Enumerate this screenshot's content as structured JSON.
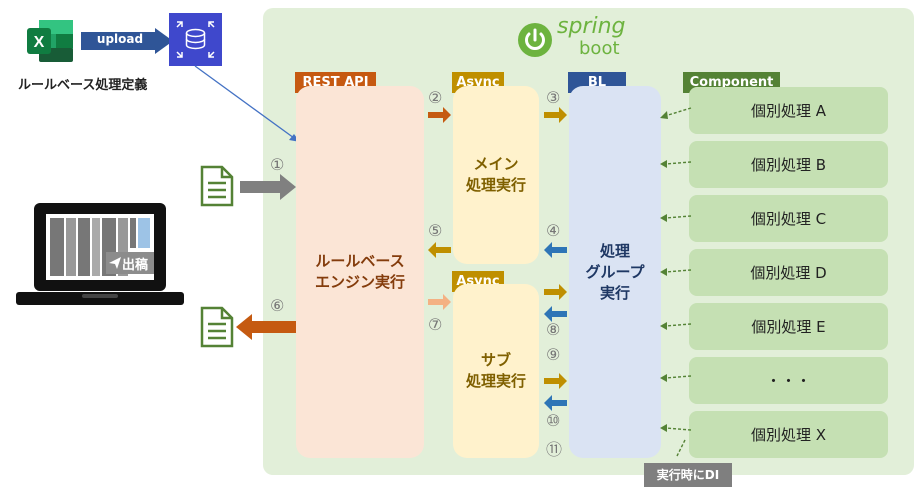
{
  "top_left": {
    "upload_label": "upload",
    "excel_caption": "ルールベース処理定義"
  },
  "spring": {
    "line1": "spring",
    "line2": "boot"
  },
  "columns": {
    "rest_api": {
      "tag": "REST API",
      "body": "ルールベース\nエンジン実行"
    },
    "async_main": {
      "tag": "Async",
      "body": "メイン\n処理実行"
    },
    "async_sub": {
      "tag": "Async",
      "body": "サブ\n処理実行"
    },
    "bl": {
      "tag": "BL",
      "body": "処理\nグループ\n実行"
    },
    "component": {
      "tag": "Component"
    }
  },
  "components": [
    "個別処理 A",
    "個別処理 B",
    "個別処理 C",
    "個別処理 D",
    "個別処理 E",
    "・・・",
    "個別処理 X"
  ],
  "steps": [
    "①",
    "②",
    "③",
    "④",
    "⑤",
    "⑥",
    "⑦",
    "⑧",
    "⑨",
    "⑩",
    "⑪"
  ],
  "di_label": "実行時にDI",
  "laptop_badge": "出稿",
  "colors": {
    "panel": "#e2efd9",
    "rest": "#c65911",
    "rest_body": "#fbe5d6",
    "async": "#bf8f00",
    "async_body": "#fff2cc",
    "bl": "#2f5597",
    "bl_body": "#dae3f3",
    "component": "#548235",
    "component_body": "#c5e0b3",
    "arrow_orange": "#c55a11",
    "arrow_gold": "#bf8f00",
    "arrow_blue": "#2e75b6",
    "arrow_peach": "#f4b183",
    "arrow_gray": "#808080"
  }
}
